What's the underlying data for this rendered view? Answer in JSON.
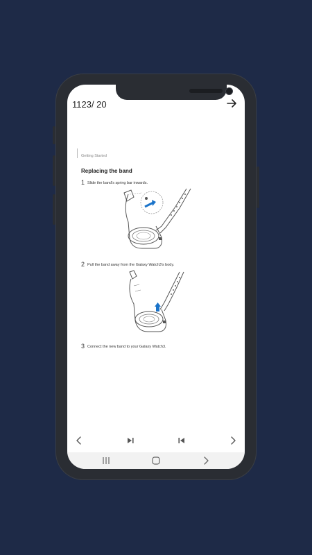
{
  "header": {
    "page_counter": "1123/ 20",
    "next_icon": "arrow-right-icon"
  },
  "document": {
    "section_tag": "Getting Started",
    "heading": "Replacing the band",
    "steps": [
      {
        "number": "1",
        "text": "Slide the band's spring bar inwards."
      },
      {
        "number": "2",
        "text": "Pull the band away from the Galaxy Watch3's body."
      },
      {
        "number": "3",
        "text": "Connect the new band to your Galaxy Watch3."
      }
    ],
    "page_number": "20"
  },
  "reader_nav": {
    "icons": [
      "chevron-left-icon",
      "skip-next-icon",
      "skip-previous-icon",
      "chevron-right-icon"
    ]
  },
  "system_nav": {
    "icons": [
      "recents-icon",
      "home-icon",
      "back-icon"
    ]
  },
  "colors": {
    "background": "#1e2a47",
    "phone_frame": "#2a2d33",
    "accent_blue": "#1a73c9"
  }
}
